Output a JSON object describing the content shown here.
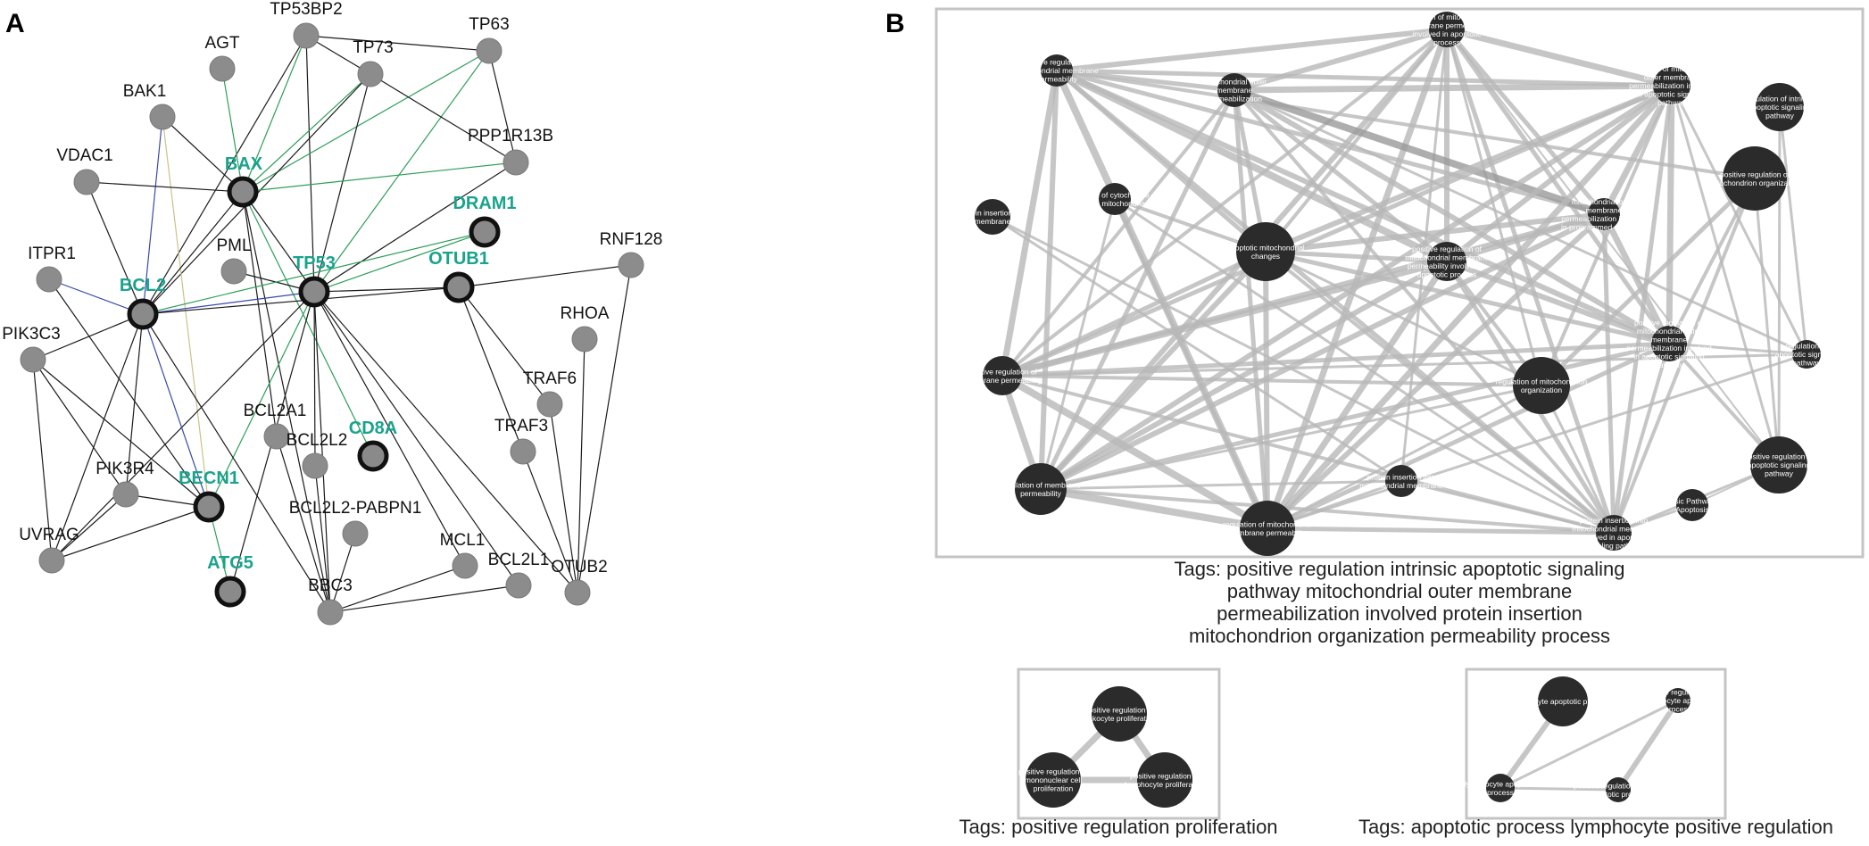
{
  "panel_a": {
    "letter": "A",
    "nodes": [
      {
        "id": "TP53BP2",
        "label": "TP53BP2",
        "hl": false
      },
      {
        "id": "AGT",
        "label": "AGT",
        "hl": false
      },
      {
        "id": "TP73",
        "label": "TP73",
        "hl": false
      },
      {
        "id": "TP63",
        "label": "TP63",
        "hl": false
      },
      {
        "id": "BAK1",
        "label": "BAK1",
        "hl": false
      },
      {
        "id": "VDAC1",
        "label": "VDAC1",
        "hl": false
      },
      {
        "id": "PPP1R13B",
        "label": "PPP1R13B",
        "hl": false
      },
      {
        "id": "BAX",
        "label": "BAX",
        "hl": true
      },
      {
        "id": "DRAM1",
        "label": "DRAM1",
        "hl": true
      },
      {
        "id": "ITPR1",
        "label": "ITPR1",
        "hl": false
      },
      {
        "id": "PML",
        "label": "PML",
        "hl": false
      },
      {
        "id": "TP53",
        "label": "TP53",
        "hl": true
      },
      {
        "id": "OTUB1",
        "label": "OTUB1",
        "hl": true
      },
      {
        "id": "RNF128",
        "label": "RNF128",
        "hl": false
      },
      {
        "id": "BCL2",
        "label": "BCL2",
        "hl": true
      },
      {
        "id": "PIK3C3",
        "label": "PIK3C3",
        "hl": false
      },
      {
        "id": "RHOA",
        "label": "RHOA",
        "hl": false
      },
      {
        "id": "TRAF6",
        "label": "TRAF6",
        "hl": false
      },
      {
        "id": "BCL2A1",
        "label": "BCL2A1",
        "hl": false
      },
      {
        "id": "CD8A",
        "label": "CD8A",
        "hl": true
      },
      {
        "id": "TRAF3",
        "label": "TRAF3",
        "hl": false
      },
      {
        "id": "BCL2L2",
        "label": "BCL2L2",
        "hl": false
      },
      {
        "id": "PIK3R4",
        "label": "PIK3R4",
        "hl": false
      },
      {
        "id": "BECN1",
        "label": "BECN1",
        "hl": true
      },
      {
        "id": "BCL2L2-PABPN1",
        "label": "BCL2L2-PABPN1",
        "hl": false
      },
      {
        "id": "UVRAG",
        "label": "UVRAG",
        "hl": false
      },
      {
        "id": "MCL1",
        "label": "MCL1",
        "hl": false
      },
      {
        "id": "BCL2L1",
        "label": "BCL2L1",
        "hl": false
      },
      {
        "id": "OTUB2",
        "label": "OTUB2",
        "hl": false
      },
      {
        "id": "ATG5",
        "label": "ATG5",
        "hl": true
      },
      {
        "id": "BBC3",
        "label": "BBC3",
        "hl": false
      }
    ],
    "edges": [
      [
        "TP53BP2",
        "TP63",
        "k"
      ],
      [
        "TP53BP2",
        "TP73",
        "k"
      ],
      [
        "TP53BP2",
        "BAX",
        "g"
      ],
      [
        "TP53BP2",
        "TP53",
        "k"
      ],
      [
        "TP53BP2",
        "BCL2",
        "k"
      ],
      [
        "TP63",
        "BAX",
        "g"
      ],
      [
        "TP63",
        "TP53",
        "g"
      ],
      [
        "TP63",
        "PPP1R13B",
        "k"
      ],
      [
        "TP73",
        "PPP1R13B",
        "k"
      ],
      [
        "TP73",
        "BAX",
        "g"
      ],
      [
        "TP73",
        "TP53",
        "k"
      ],
      [
        "TP73",
        "BCL2",
        "k"
      ],
      [
        "AGT",
        "BAX",
        "g"
      ],
      [
        "BAK1",
        "BAX",
        "k"
      ],
      [
        "BAK1",
        "BCL2",
        "b"
      ],
      [
        "BAK1",
        "BECN1",
        "y"
      ],
      [
        "VDAC1",
        "BAX",
        "k"
      ],
      [
        "VDAC1",
        "BCL2",
        "k"
      ],
      [
        "PPP1R13B",
        "BAX",
        "g"
      ],
      [
        "PPP1R13B",
        "TP53",
        "k"
      ],
      [
        "BAX",
        "TP53",
        "k"
      ],
      [
        "BAX",
        "BCL2",
        "k"
      ],
      [
        "BAX",
        "BCL2A1",
        "k"
      ],
      [
        "BAX",
        "CD8A",
        "g"
      ],
      [
        "BAX",
        "BBC3",
        "k"
      ],
      [
        "TP53",
        "DRAM1",
        "g"
      ],
      [
        "TP53",
        "OTUB1",
        "k"
      ],
      [
        "TP53",
        "PML",
        "k"
      ],
      [
        "TP53",
        "BCL2",
        "b"
      ],
      [
        "TP53",
        "BECN1",
        "g"
      ],
      [
        "TP53",
        "MCL1",
        "k"
      ],
      [
        "TP53",
        "BCL2L1",
        "k"
      ],
      [
        "TP53",
        "OTUB2",
        "k"
      ],
      [
        "TP53",
        "BBC3",
        "k"
      ],
      [
        "TP53",
        "BCL2L2",
        "k"
      ],
      [
        "TP53",
        "UVRAG",
        "k"
      ],
      [
        "TP53",
        "ATG5",
        "k"
      ],
      [
        "BCL2",
        "DRAM1",
        "g"
      ],
      [
        "BCL2",
        "ITPR1",
        "b"
      ],
      [
        "BCL2",
        "PIK3C3",
        "k"
      ],
      [
        "BCL2",
        "BECN1",
        "b"
      ],
      [
        "BCL2",
        "PIK3R4",
        "k"
      ],
      [
        "BCL2",
        "UVRAG",
        "k"
      ],
      [
        "BCL2",
        "BBC3",
        "k"
      ],
      [
        "BCL2",
        "OTUB1",
        "k"
      ],
      [
        "ITPR1",
        "BECN1",
        "k"
      ],
      [
        "PIK3C3",
        "BECN1",
        "k"
      ],
      [
        "PIK3C3",
        "PIK3R4",
        "k"
      ],
      [
        "PIK3C3",
        "UVRAG",
        "k"
      ],
      [
        "PIK3R4",
        "UVRAG",
        "k"
      ],
      [
        "PIK3R4",
        "BECN1",
        "k"
      ],
      [
        "BECN1",
        "UVRAG",
        "k"
      ],
      [
        "BECN1",
        "ATG5",
        "g"
      ],
      [
        "OTUB1",
        "RNF128",
        "k"
      ],
      [
        "OTUB1",
        "TRAF6",
        "k"
      ],
      [
        "OTUB1",
        "TRAF3",
        "k"
      ],
      [
        "RNF128",
        "OTUB2",
        "k"
      ],
      [
        "RHOA",
        "OTUB2",
        "k"
      ],
      [
        "TRAF6",
        "OTUB2",
        "k"
      ],
      [
        "TRAF3",
        "OTUB2",
        "k"
      ],
      [
        "BCL2A1",
        "BBC3",
        "k"
      ],
      [
        "BCL2L2",
        "BBC3",
        "k"
      ],
      [
        "BCL2L2-PABPN1",
        "BBC3",
        "k"
      ],
      [
        "MCL1",
        "BBC3",
        "k"
      ],
      [
        "BCL2L1",
        "BBC3",
        "k"
      ]
    ]
  },
  "panel_b": {
    "letter": "B",
    "main": {
      "nodes": [
        {
          "id": "m1",
          "lines": [
            "regulation of mitochondrial",
            "membrane permeability",
            "involved in apoptotic",
            "process"
          ]
        },
        {
          "id": "m2",
          "lines": [
            "positive regulation of",
            "mitochondrial membrane",
            "permeability"
          ]
        },
        {
          "id": "m3",
          "lines": [
            "mitochondrial outer",
            "membrane",
            "permeabilization"
          ]
        },
        {
          "id": "m4",
          "lines": [
            "regulation of mitochondrial",
            "outer membrane",
            "permeabilization involved",
            "in apoptotic signaling",
            "pathway"
          ]
        },
        {
          "id": "m5",
          "lines": [
            "regulation of intrinsic",
            "apoptotic signaling",
            "pathway"
          ]
        },
        {
          "id": "m6",
          "lines": [
            "positive regulation of",
            "mitochondrion organization"
          ]
        },
        {
          "id": "m7",
          "lines": [
            "protein insertion into",
            "membrane"
          ]
        },
        {
          "id": "m8",
          "lines": [
            "release of cytochrome c",
            "from mitochondria"
          ]
        },
        {
          "id": "m9",
          "lines": [
            "mitochondrial outer",
            "membrane",
            "permeabilization involved",
            "in programmed cell death"
          ]
        },
        {
          "id": "m10",
          "lines": [
            "apoptotic mitochondrial",
            "changes"
          ]
        },
        {
          "id": "m11",
          "lines": [
            "positive regulation of",
            "mitochondrial membrane",
            "permeability involved in",
            "apoptotic process"
          ]
        },
        {
          "id": "m12",
          "lines": [
            "positive regulation of",
            "mitochondrial outer",
            "membrane",
            "permeabilization involved",
            "in apoptotic signaling",
            "pathway"
          ]
        },
        {
          "id": "m13",
          "lines": [
            "regulation of",
            "apoptotic signaling",
            "pathway"
          ]
        },
        {
          "id": "m14",
          "lines": [
            "positive regulation of",
            "membrane permeability"
          ]
        },
        {
          "id": "m15",
          "lines": [
            "regulation of mitochondrion",
            "organization"
          ]
        },
        {
          "id": "m16",
          "lines": [
            "positive regulation of",
            "apoptotic signaling",
            "pathway"
          ]
        },
        {
          "id": "m17",
          "lines": [
            "regulation of membrane",
            "permeability"
          ]
        },
        {
          "id": "m18",
          "lines": [
            "protein insertion into",
            "mitochondrial membrane"
          ]
        },
        {
          "id": "m19",
          "lines": [
            "intrinsic Pathway for",
            "Apoptosis"
          ]
        },
        {
          "id": "m20",
          "lines": [
            "regulation of mitochondrial",
            "membrane permeability"
          ]
        },
        {
          "id": "m21",
          "lines": [
            "protein insertion into",
            "mitochondrial membrane",
            "involved in apoptotic",
            "signaling pathway"
          ]
        }
      ],
      "tags": [
        "Tags: positive regulation intrinsic apoptotic signaling",
        "pathway mitochondrial outer membrane",
        "permeabilization involved protein insertion",
        "mitochondrion organization permeability process"
      ]
    },
    "prolif": {
      "nodes": [
        {
          "id": "p1",
          "lines": [
            "positive regulation of",
            "leukocyte proliferation"
          ]
        },
        {
          "id": "p2",
          "lines": [
            "positive regulation of",
            "mononuclear cell",
            "proliferation"
          ]
        },
        {
          "id": "p3",
          "lines": [
            "positive regulation of",
            "lymphocyte proliferation"
          ]
        }
      ],
      "tags": [
        "Tags: positive regulation proliferation"
      ]
    },
    "apopt": {
      "nodes": [
        {
          "id": "a1",
          "lines": [
            "leukocyte apoptotic process"
          ]
        },
        {
          "id": "a2",
          "lines": [
            "positive regulation of",
            "lymphocyte apoptotic",
            "process"
          ]
        },
        {
          "id": "a3",
          "lines": [
            "lymphocyte apoptotic",
            "process"
          ]
        },
        {
          "id": "a4",
          "lines": [
            "positive regulation of T cell",
            "apoptotic process"
          ]
        }
      ],
      "tags": [
        "Tags: apoptotic process lymphocyte positive regulation"
      ]
    }
  }
}
